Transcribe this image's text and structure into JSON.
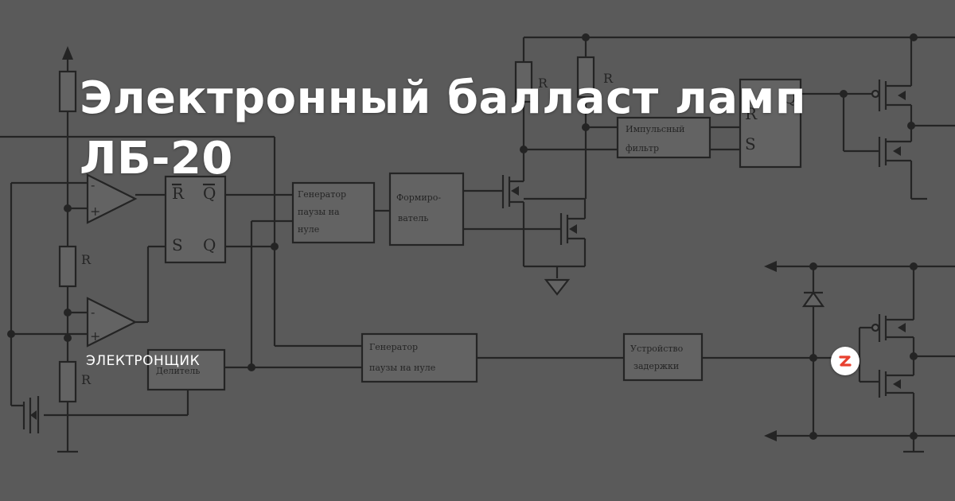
{
  "article": {
    "title": "Электронный балласт ламп ЛБ-20",
    "source": "ЭЛЕКТРОНЩИК"
  },
  "logo": {
    "icon": "zen-logo-icon",
    "color": "#e8402f"
  },
  "schematic": {
    "labels": {
      "r": "R",
      "s": "S",
      "q": "Q",
      "minus": "-",
      "plus": "+",
      "gen1_l1": "Генератор",
      "gen1_l2": "паузы на",
      "gen1_l3": "нуле",
      "former_l1": "Формиро-",
      "former_l2": "ватель",
      "pulse_l1": "Импульсный",
      "pulse_l2": "фильтр",
      "gen2_l1": "Генератор",
      "gen2_l2": "паузы на нуле",
      "delay_l1": "Устройство",
      "delay_l2": "задержки",
      "divider": "Делитель"
    }
  }
}
